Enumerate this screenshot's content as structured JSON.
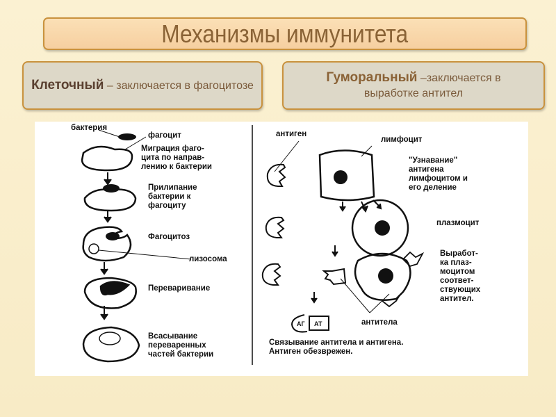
{
  "title": "Механизмы иммунитета",
  "cellular": {
    "heading": "Клеточный",
    "text": " – заключается в фагоцитозе"
  },
  "humoral": {
    "heading": "Гуморальный",
    "text": " –заключается в выработке антител"
  },
  "diagram": {
    "left": {
      "bacterium": "бактерия",
      "phagocyte": "фагоцит",
      "steps": [
        "Миграция фаго-\nцита по направ-\nлению к бактерии",
        "Прилипание\nбактерии к\nфагоциту",
        "Фагоцитоз",
        "Переваривание",
        "Всасывание\nпереваренных\nчастей бактерии"
      ],
      "lysosome": "лизосома"
    },
    "right": {
      "antigen": "антиген",
      "lymphocyte": "лимфоцит",
      "recognition": "\"Узнавание\"\nантигена\nлимфоцитом и\nего деление",
      "plasmocyte": "плазмоцит",
      "production": "Выработ-\nка плаз-\nмоцитом\nсоответ-\nствующих\nантител.",
      "antibodies": "антитела",
      "ag": "АГ",
      "at": "АТ",
      "binding": "Связывание антитела и антигена.\nАнтиген обезврежен."
    }
  }
}
